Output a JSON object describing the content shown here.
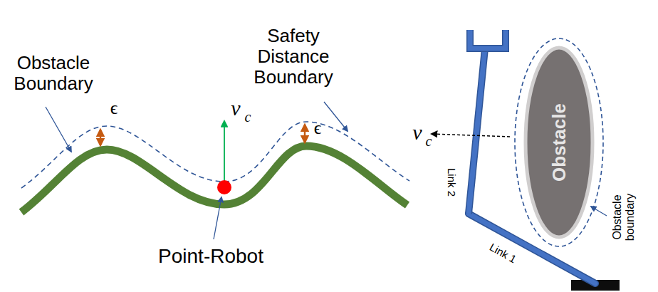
{
  "diagram": {
    "nodes": [
      {
        "text": [
          "Obstacle"
        ]
      }
    ],
    "labels": [
      "Safety Distance Boundary",
      "Obstacle Boundary",
      "ϵ",
      "ϵ",
      "v",
      "c",
      "Point-Robot",
      "v",
      "c",
      "Link 2",
      "Link 1",
      "Obstacle boundary"
    ]
  }
}
